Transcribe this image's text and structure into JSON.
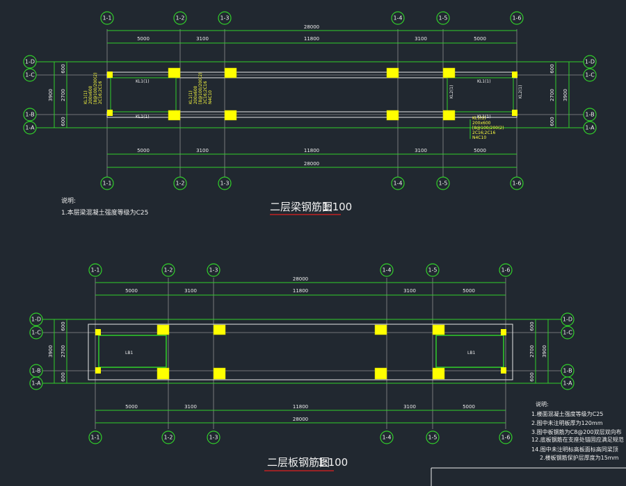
{
  "axes_x": [
    "1-1",
    "1-2",
    "1-3",
    "1-4",
    "1-5",
    "1-6"
  ],
  "axes_y": [
    "1-D",
    "1-C",
    "1-B",
    "1-A"
  ],
  "spans": [
    "5000",
    "3100",
    "11800",
    "3100",
    "5000"
  ],
  "total": "28000",
  "top_spans_row2": [
    "5000",
    "3100",
    "11800",
    "3100",
    "5000"
  ],
  "y_dims_left": [
    "600",
    "2700",
    "600"
  ],
  "y_dim_total": "3900",
  "plan1": {
    "title": "二层梁钢筋图",
    "scale": "1:100",
    "note_title": "说明:",
    "note_1": "1.本层梁混凝土强度等级为C25",
    "beam_kl1": "KL1(1)",
    "beam_kl2": "KL2(1)",
    "anno_mid": [
      "KL1(1)",
      "200x600",
      "[8@100/200(2)",
      "2C16;2C16",
      "N4C10"
    ],
    "anno_right": [
      "KL1(1)",
      "200x600",
      "[8@100/200(2)",
      "2C16;2C16",
      "N4C10"
    ]
  },
  "plan2": {
    "title": "二层板钢筋图",
    "scale": "1:100",
    "slab_label": "LB1",
    "note_title": "说明:",
    "notes": [
      "1.楼面混凝土强度等级为C25",
      "2.图中未注明板厚为120mm",
      "3.图中板钢筋为C8@200双层双向布",
      "12.底板钢筋在支座处锚固应满足规范",
      "14.图中未注明标高板面标高同梁顶",
      "2.楼板钢筋保护层厚度为15mm"
    ]
  }
}
